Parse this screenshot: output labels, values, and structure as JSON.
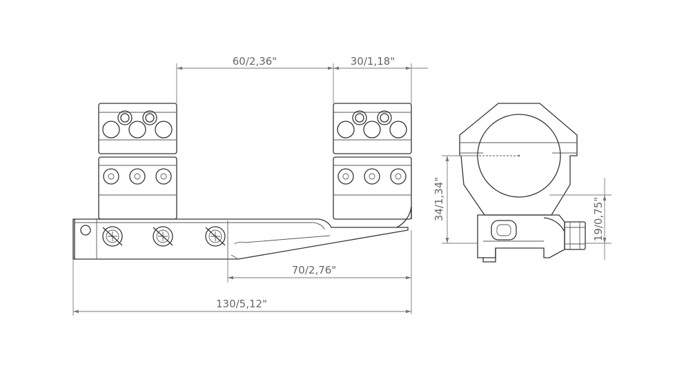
{
  "dimensions": {
    "ring_spacing": "60/2,36\"",
    "ring_width": "30/1,18\"",
    "offset_length": "70/2,76\"",
    "total_length": "130/5,12\"",
    "ring_height": "34/1,34\"",
    "base_height": "19/0,75\""
  },
  "colors": {
    "line": "#333333",
    "dimension": "#777777",
    "text": "#666666"
  }
}
